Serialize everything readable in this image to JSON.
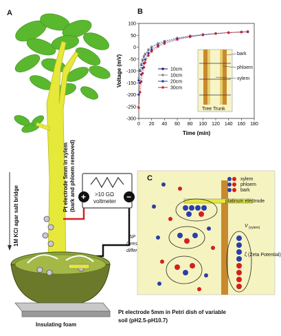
{
  "panel_labels": {
    "a": "A",
    "b": "B",
    "c": "C"
  },
  "panel_a": {
    "electrode_xylem_label": "Pt electrode 5mm in xylem",
    "electrode_xylem_sublabel": "(bark and phloem removed)",
    "salt_bridge_label": "1M KCl agar salt bridge",
    "voltmeter_line1": ">10 GΩ",
    "voltmeter_line2": "voltmeter",
    "plus_sign": "+",
    "minus_sign": "−",
    "pressure_line1": "ΔP",
    "pressure_line2": "(pressure",
    "pressure_line3": "difference)",
    "foam_label": "Insulating foam",
    "soil_electrode_line1": "Pt electrode 5mm in Petri dish of variable",
    "soil_electrode_line2": "soil (pH2.5-pH10.7)"
  },
  "panel_b": {
    "legend": [
      "10cm",
      "10cm",
      "20cm",
      "30cm"
    ],
    "inset_labels": {
      "bark": "bark",
      "phloem": "phloem",
      "xylem": "xylem",
      "trunk": "Tree Trunk"
    }
  },
  "panel_c": {
    "legend": {
      "xylem": "xylem",
      "phloem": "phloem",
      "bark": "bark"
    },
    "platinum_label": "platinum electrode",
    "v_label": "V",
    "v_subscript": "(xylem)",
    "zeta_label": "ζ (Zeta Potential)"
  },
  "colors": {
    "series": [
      "#1a1a6e",
      "#888888",
      "#2b3ea8",
      "#d32020"
    ],
    "tree_yellow": "#e6e83a",
    "leaf_green": "#5ab82e",
    "panel_c_bg": "#f5f3c0",
    "xylem_strip": "#c98a2e",
    "pot_green": "#6b7a2a"
  },
  "chart_data": {
    "type": "line",
    "title": "",
    "xlabel": "Time (min)",
    "ylabel": "Voltage (mV)",
    "xlim": [
      0,
      180
    ],
    "ylim": [
      -300,
      100
    ],
    "xticks": [
      0,
      20,
      40,
      60,
      80,
      100,
      120,
      140,
      160,
      180
    ],
    "yticks": [
      100,
      50,
      0,
      -50,
      -100,
      -150,
      -200,
      -250,
      -300
    ],
    "grid": false,
    "legend_position": "center",
    "series": [
      {
        "name": "10cm",
        "color": "#1a1a6e",
        "marker": "diamond",
        "x": [
          0,
          2,
          4,
          6,
          8,
          10,
          15,
          20,
          30,
          40,
          60,
          80,
          100,
          120,
          140,
          160,
          170
        ],
        "y": [
          -140,
          -100,
          -75,
          -55,
          -40,
          -30,
          -12,
          0,
          15,
          25,
          38,
          47,
          53,
          58,
          61,
          64,
          65
        ]
      },
      {
        "name": "10cm",
        "color": "#888888",
        "marker": "square",
        "x": [
          0,
          2,
          4,
          6,
          8,
          10,
          15,
          20,
          30,
          40,
          60,
          80,
          100,
          120,
          140,
          160,
          170
        ],
        "y": [
          -130,
          -95,
          -70,
          -52,
          -38,
          -28,
          -10,
          2,
          16,
          26,
          39,
          48,
          54,
          58,
          62,
          64,
          65
        ]
      },
      {
        "name": "20cm",
        "color": "#2b3ea8",
        "marker": "circle",
        "x": [
          0,
          2,
          4,
          6,
          8,
          10,
          15,
          20,
          30,
          40,
          60,
          80,
          100,
          120,
          140,
          160,
          170
        ],
        "y": [
          -200,
          -150,
          -115,
          -88,
          -68,
          -52,
          -25,
          -10,
          8,
          20,
          35,
          45,
          52,
          57,
          61,
          63,
          64
        ]
      },
      {
        "name": "30cm",
        "color": "#d32020",
        "marker": "circle",
        "x": [
          0,
          2,
          4,
          6,
          8,
          10,
          15,
          20,
          30,
          40,
          60,
          80,
          100,
          120,
          140,
          160,
          170
        ],
        "y": [
          -255,
          -190,
          -145,
          -110,
          -85,
          -65,
          -35,
          -18,
          2,
          15,
          32,
          43,
          51,
          57,
          61,
          64,
          66
        ]
      }
    ]
  }
}
